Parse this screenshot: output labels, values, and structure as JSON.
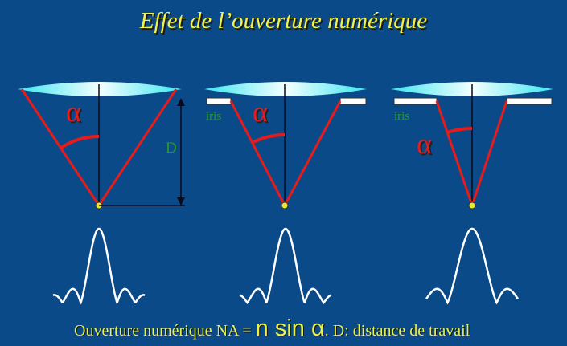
{
  "title": "Effet de l’ouverture numérique",
  "panels": [
    {
      "alpha": "α",
      "d_label": "D"
    },
    {
      "alpha": "α",
      "iris_label": "iris"
    },
    {
      "alpha": "α",
      "iris_label": "iris"
    }
  ],
  "caption": {
    "prefix": "Ouverture numérique NA = ",
    "formula": "n sin α",
    "suffix": ".  D: distance de travail"
  },
  "colors": {
    "background": "#0b4a88",
    "title": "#f2f24a",
    "rays": "#e81b1b",
    "lens": "#aef6ff",
    "label": "#2a9a2a"
  }
}
